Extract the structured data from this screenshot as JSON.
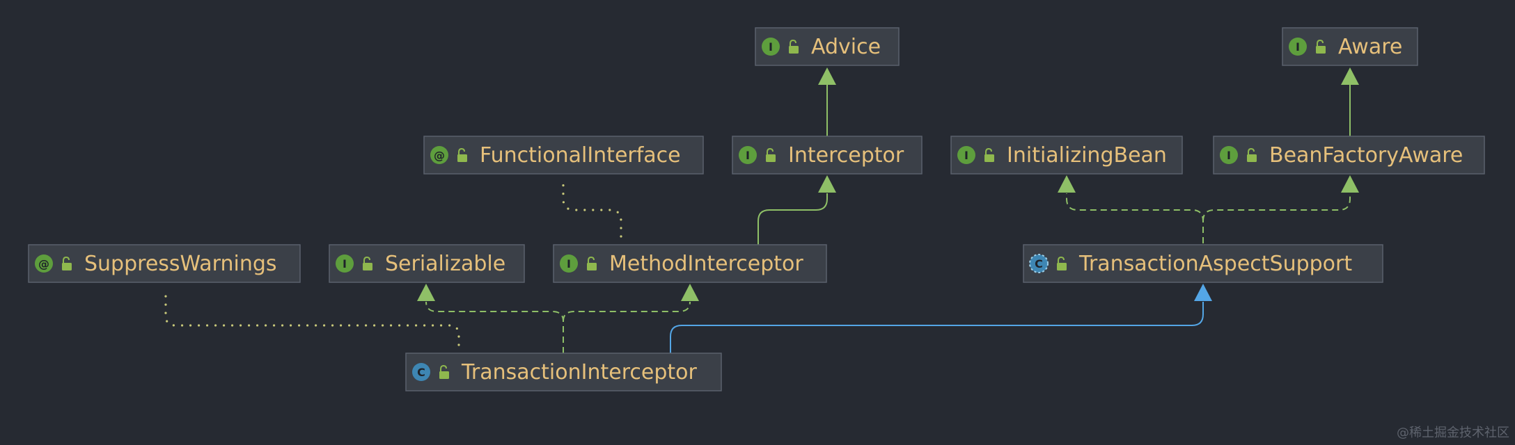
{
  "colors": {
    "background": "#262a32",
    "node_fill": "#3b4048",
    "node_border": "#5a616c",
    "node_text": "#e6c07b",
    "interface_badge": "#5e9e3d",
    "class_badge": "#3e86b3",
    "lock_icon": "#8fb84e",
    "extends_interface_edge": "#8fc067",
    "extends_class_edge": "#54a6e6",
    "annotation_edge": "#c8c87a"
  },
  "nodes": [
    {
      "id": "advice",
      "label": "Advice",
      "kind": "interface",
      "badge": "I"
    },
    {
      "id": "aware",
      "label": "Aware",
      "kind": "interface",
      "badge": "I"
    },
    {
      "id": "functional-interface",
      "label": "FunctionalInterface",
      "kind": "annotation",
      "badge": "@"
    },
    {
      "id": "interceptor",
      "label": "Interceptor",
      "kind": "interface",
      "badge": "I"
    },
    {
      "id": "initializing-bean",
      "label": "InitializingBean",
      "kind": "interface",
      "badge": "I"
    },
    {
      "id": "bean-factory-aware",
      "label": "BeanFactoryAware",
      "kind": "interface",
      "badge": "I"
    },
    {
      "id": "suppress-warnings",
      "label": "SuppressWarnings",
      "kind": "annotation",
      "badge": "@"
    },
    {
      "id": "serializable",
      "label": "Serializable",
      "kind": "interface",
      "badge": "I"
    },
    {
      "id": "method-interceptor",
      "label": "MethodInterceptor",
      "kind": "interface",
      "badge": "I"
    },
    {
      "id": "transaction-aspect-support",
      "label": "TransactionAspectSupport",
      "kind": "abstract-class",
      "badge": "C"
    },
    {
      "id": "transaction-interceptor",
      "label": "TransactionInterceptor",
      "kind": "class",
      "badge": "C"
    }
  ],
  "edges": [
    {
      "from": "interceptor",
      "to": "advice",
      "type": "extends-interface"
    },
    {
      "from": "bean-factory-aware",
      "to": "aware",
      "type": "extends-interface"
    },
    {
      "from": "method-interceptor",
      "to": "interceptor",
      "type": "extends-interface"
    },
    {
      "from": "method-interceptor",
      "to": "functional-interface",
      "type": "annotated-with"
    },
    {
      "from": "transaction-aspect-support",
      "to": "initializing-bean",
      "type": "implements"
    },
    {
      "from": "transaction-aspect-support",
      "to": "bean-factory-aware",
      "type": "implements"
    },
    {
      "from": "transaction-interceptor",
      "to": "serializable",
      "type": "implements"
    },
    {
      "from": "transaction-interceptor",
      "to": "method-interceptor",
      "type": "implements"
    },
    {
      "from": "transaction-interceptor",
      "to": "transaction-aspect-support",
      "type": "extends-class"
    },
    {
      "from": "transaction-interceptor",
      "to": "suppress-warnings",
      "type": "annotated-with"
    }
  ],
  "watermark": "@稀土掘金技术社区"
}
